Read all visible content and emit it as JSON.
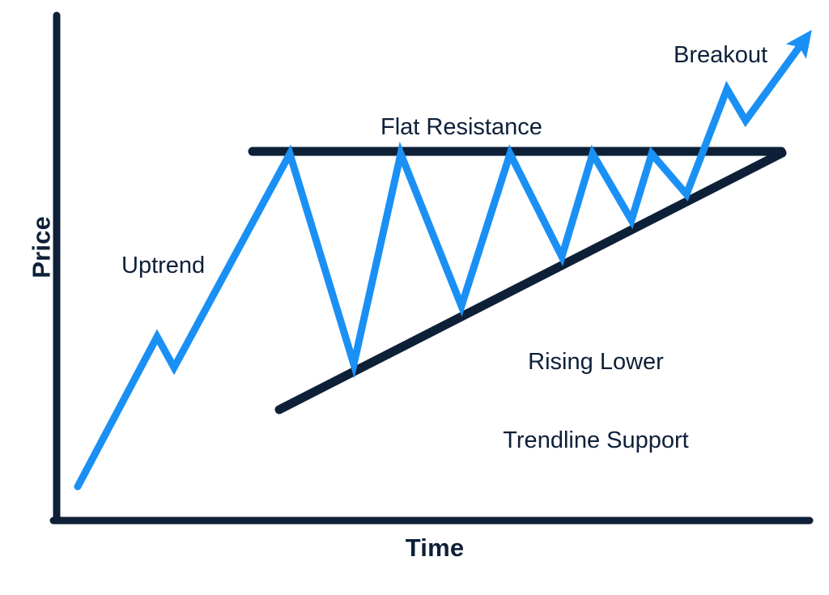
{
  "chart_data": {
    "type": "line",
    "title": "",
    "subtitle": "",
    "xlabel": "Time",
    "ylabel": "Price",
    "xlim": [
      0,
      1024
    ],
    "ylim": [
      0,
      735
    ],
    "grid": false,
    "legend": "none",
    "description": "Ascending triangle chart pattern: price rises in an uptrend, then oscillates between a flat horizontal resistance level and a rising lower trendline support until it breaks out upward.",
    "colors": {
      "price_line": "#1a90f5",
      "trendline": "#0e2038",
      "axis": "#0e2038",
      "background": "#ffffff",
      "text": "#0e2038"
    },
    "series": [
      {
        "name": "Price",
        "color": "#1a90f5",
        "stroke_width": 9,
        "points": [
          [
            96,
            601
          ],
          [
            194,
            416
          ],
          [
            215,
            454
          ],
          [
            358,
            190
          ],
          [
            437,
            450
          ],
          [
            495,
            190
          ],
          [
            570,
            378
          ],
          [
            630,
            190
          ],
          [
            694,
            317
          ],
          [
            732,
            190
          ],
          [
            780,
            272
          ],
          [
            805,
            190
          ],
          [
            848,
            240
          ],
          [
            898,
            110
          ],
          [
            921,
            149
          ],
          [
            1002,
            38
          ]
        ],
        "arrow_head": true
      }
    ],
    "reference_lines": [
      {
        "name": "Flat Resistance",
        "kind": "horizontal-resistance",
        "color": "#0e2038",
        "stroke_width": 11,
        "from": [
          312,
          187
        ],
        "to": [
          965,
          187
        ]
      },
      {
        "name": "Rising Lower Trendline Support",
        "kind": "rising-support",
        "color": "#0e2038",
        "stroke_width": 11,
        "from": [
          345,
          506
        ],
        "to": [
          966,
          189
        ]
      }
    ],
    "axes": {
      "y_axis": {
        "from": [
          70,
          19
        ],
        "to": [
          70,
          643
        ],
        "color": "#0e2038",
        "stroke_width": 9
      },
      "x_axis": {
        "from": [
          70,
          643
        ],
        "to": [
          1000,
          643
        ],
        "color": "#0e2038",
        "stroke_width": 9
      }
    },
    "annotations": [
      {
        "id": "uptrend",
        "text": "Uptrend",
        "x": 150,
        "y": 312
      },
      {
        "id": "flat_resistance",
        "text": "Flat Resistance",
        "x": 470,
        "y": 141
      },
      {
        "id": "breakout",
        "text": "Breakout",
        "x": 832,
        "y": 52
      },
      {
        "id": "rising_support_line1",
        "text": "Rising Lower",
        "x": 612,
        "y": 366
      },
      {
        "id": "rising_support_line2",
        "text": "Trendline Support",
        "x": 612,
        "y": 399
      }
    ]
  },
  "labels": {
    "uptrend": "Uptrend",
    "flat_resistance": "Flat Resistance",
    "breakout": "Breakout",
    "rising_support_line1": "Rising Lower",
    "rising_support_line2": "Trendline Support",
    "axis_y": "Price",
    "axis_x": "Time"
  }
}
